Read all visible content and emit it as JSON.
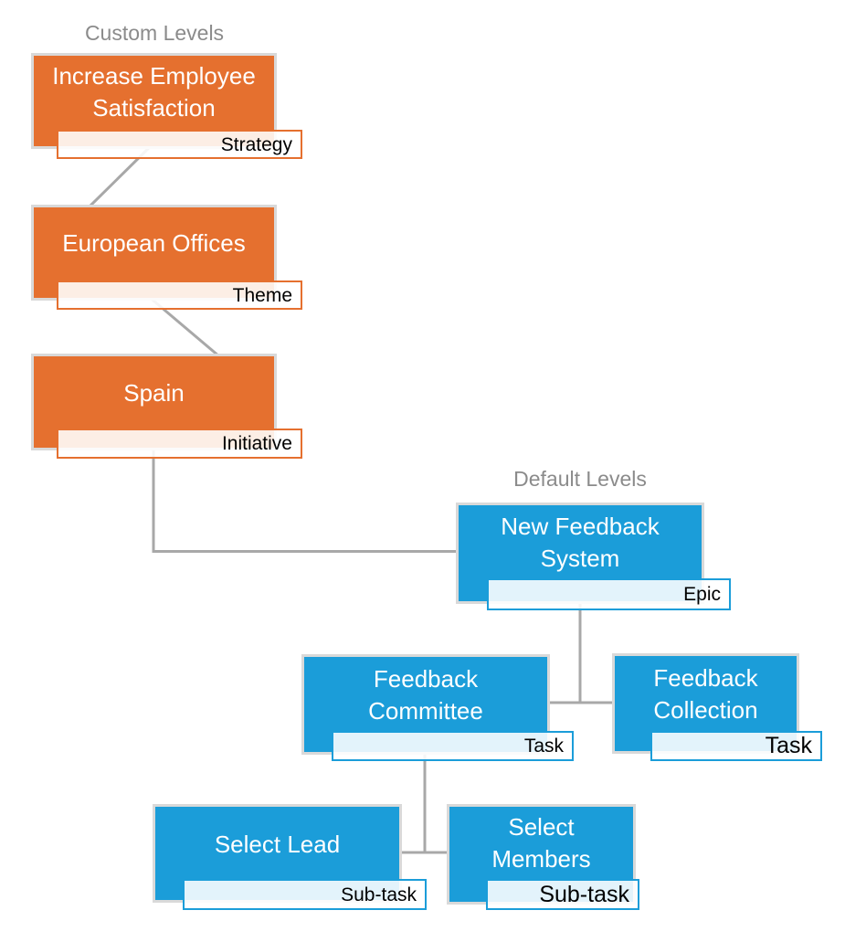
{
  "diagram": {
    "custom_header": "Custom Levels",
    "default_header": "Default Levels",
    "colors": {
      "custom_level_accent": "#e5702f",
      "default_level_accent": "#1b9dd9",
      "connector": "#a8a8a8",
      "box_outline": "#d9d9d9",
      "header_text": "#8b8b8b",
      "box_text": "#ffffff",
      "label_text": "#000000"
    },
    "nodes": [
      {
        "title": "Increase Employee Satisfaction",
        "level": "Strategy",
        "group": "Custom Levels"
      },
      {
        "title": "European Offices",
        "level": "Theme",
        "group": "Custom Levels"
      },
      {
        "title": "Spain",
        "level": "Initiative",
        "group": "Custom Levels"
      },
      {
        "title": "New Feedback System",
        "level": "Epic",
        "group": "Default Levels"
      },
      {
        "title": "Feedback Committee",
        "level": "Task",
        "group": "Default Levels"
      },
      {
        "title": "Feedback Collection",
        "level": "Task",
        "group": "Default Levels"
      },
      {
        "title": "Select Lead",
        "level": "Sub-task",
        "group": "Default Levels"
      },
      {
        "title": "Select Members",
        "level": "Sub-task",
        "group": "Default Levels"
      }
    ],
    "edges": [
      {
        "from": "Increase Employee Satisfaction",
        "to": "European Offices"
      },
      {
        "from": "European Offices",
        "to": "Spain"
      },
      {
        "from": "Spain",
        "to": "New Feedback System"
      },
      {
        "from": "New Feedback System",
        "to": "Feedback Committee"
      },
      {
        "from": "New Feedback System",
        "to": "Feedback Collection"
      },
      {
        "from": "Feedback Committee",
        "to": "Select Lead"
      },
      {
        "from": "Feedback Committee",
        "to": "Select Members"
      }
    ]
  }
}
